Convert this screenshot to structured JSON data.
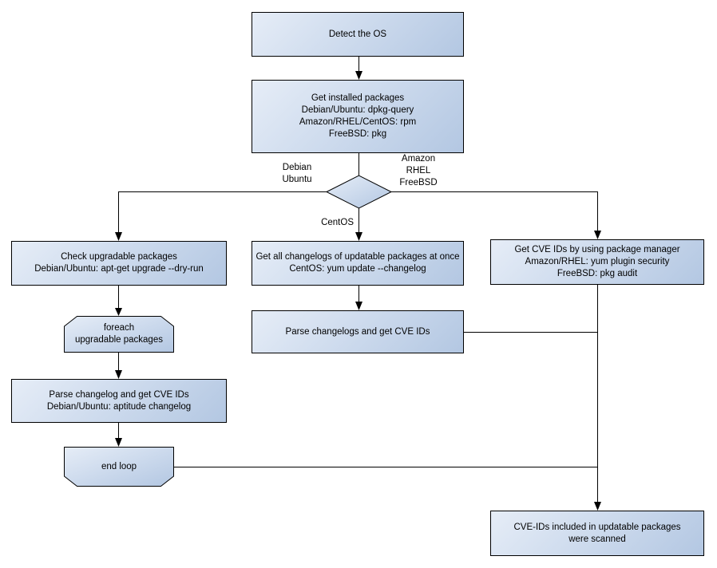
{
  "colors": {
    "background": "#ffffff",
    "node_border": "#000000",
    "node_fill_light": "#e6edf7",
    "node_fill_dark": "#b3c7e2",
    "line": "#000000",
    "text": "#000000"
  },
  "nodes": {
    "detect_os": {
      "text": "Detect the OS"
    },
    "get_installed_packages": {
      "text": "Get installed packages\nDebian/Ubuntu: dpkg-query\nAmazon/RHEL/CentOS: rpm\nFreeBSD: pkg"
    },
    "check_upgradable_packages": {
      "text": "Check upgradable packages\nDebian/Ubuntu: apt-get upgrade --dry-run"
    },
    "foreach_loop": {
      "text": "foreach\nupgradable  packages"
    },
    "parse_changelog_left": {
      "text": "Parse changelog and get  CVE IDs\nDebian/Ubuntu: aptitude changelog"
    },
    "end_loop": {
      "text": "end loop"
    },
    "get_all_changelogs": {
      "text": "Get all changelogs of updatable packages at once\nCentOS: yum update --changelog"
    },
    "parse_changelogs_mid": {
      "text": "Parse changelogs and get CVE IDs"
    },
    "get_cve_ids_right": {
      "text": "Get CVE IDs by using package manager\nAmazon/RHEL: yum plugin security\nFreeBSD: pkg audit"
    },
    "scanned_result": {
      "text": "CVE-IDs included in updatable packages\nwere scanned"
    }
  },
  "edge_labels": {
    "debian_ubuntu": "Debian\nUbuntu",
    "amazon_rhel_freebsd": "Amazon\nRHEL\nFreeBSD",
    "centos": "CentOS"
  }
}
